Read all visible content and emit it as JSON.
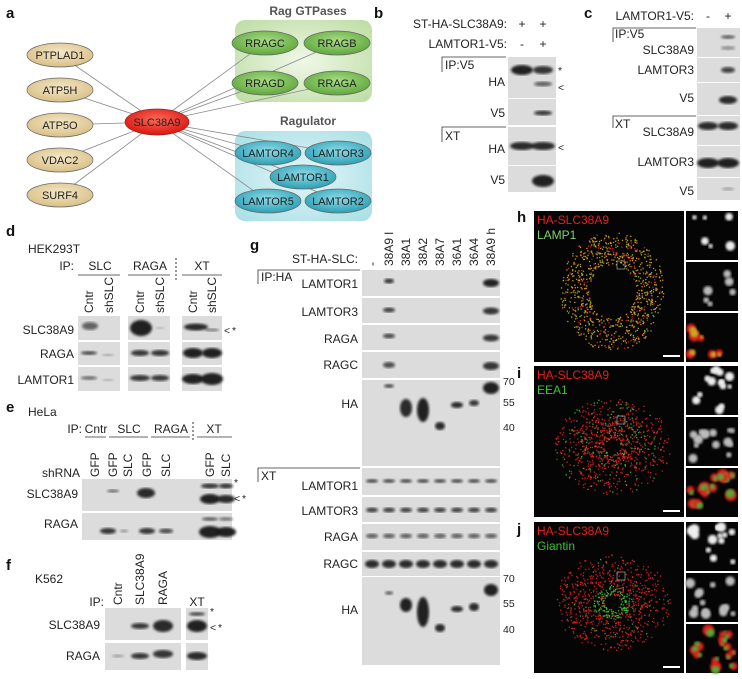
{
  "panel_letters": {
    "a": "a",
    "b": "b",
    "c": "c",
    "d": "d",
    "e": "e",
    "f": "f",
    "g": "g",
    "h": "h",
    "i": "i",
    "j": "j"
  },
  "panel_a": {
    "center": "SLC38A9",
    "left_nodes": [
      "PTPLAD1",
      "ATP5H",
      "ATP5O",
      "VDAC2",
      "SURF4"
    ],
    "rag_title": "Rag GTPases",
    "rag_nodes": [
      "RRAGC",
      "RRAGB",
      "RRAGD",
      "RRAGA"
    ],
    "ragulator_title": "Ragulator",
    "ragulator_nodes": [
      "LAMTOR4",
      "LAMTOR3",
      "LAMTOR1",
      "LAMTOR5",
      "LAMTOR2"
    ],
    "colors": {
      "center": "#e8231d",
      "left": "#e3cfa0",
      "rag_box": "#cfe6b8",
      "rag_node": "#7fbf5a",
      "ragulator_box": "#bfe6ea",
      "ragulator_node": "#3fb3c6"
    }
  },
  "panel_b": {
    "row1_label": "ST-HA-SLC38A9:",
    "row1_values": [
      "+",
      "+"
    ],
    "row2_label": "LAMTOR1-V5:",
    "row2_values": [
      "-",
      "+"
    ],
    "ip_label": "IP:V5",
    "xt_label": "XT",
    "blots": [
      "HA",
      "V5",
      "HA",
      "V5"
    ],
    "markers": [
      "*",
      "<",
      "<"
    ]
  },
  "panel_c": {
    "row_label": "LAMTOR1-V5:",
    "row_values": [
      "-",
      "+"
    ],
    "ip_label": "IP:V5",
    "xt_label": "XT",
    "blots": [
      "SLC38A9",
      "LAMTOR3",
      "V5",
      "SLC38A9",
      "LAMTOR3",
      "V5"
    ]
  },
  "panel_d": {
    "cell_line": "HEK293T",
    "ip_prefix": "IP:",
    "groups": [
      "SLC",
      "RAGA",
      "XT"
    ],
    "lanes": [
      "Cntr",
      "shSLC",
      "Cntr",
      "shSLC",
      "Cntr",
      "shSLC"
    ],
    "blots": [
      "SLC38A9",
      "RAGA",
      "LAMTOR1"
    ],
    "markers": [
      "<",
      "*"
    ]
  },
  "panel_e": {
    "cell_line": "HeLa",
    "ip_prefix": "IP:",
    "groups": [
      "Cntr",
      "SLC",
      "RAGA",
      "XT"
    ],
    "shrna_label": "shRNA",
    "lanes": [
      "GFP",
      "GFP",
      "SLC",
      "GFP",
      "SLC",
      "GFP",
      "SLC"
    ],
    "blots": [
      "SLC38A9",
      "RAGA"
    ],
    "markers": [
      "*",
      "<",
      "*"
    ]
  },
  "panel_f": {
    "cell_line": "K562",
    "ip_prefix": "IP:",
    "lanes": [
      "Cntr",
      "SLC38A9",
      "RAGA"
    ],
    "xt_label": "XT",
    "blots": [
      "SLC38A9",
      "RAGA"
    ],
    "markers": [
      "*",
      "<",
      "*"
    ]
  },
  "panel_g": {
    "row_label": "ST-HA-SLC:",
    "lanes": [
      "-",
      "38A9 l",
      "38A1",
      "38A2",
      "38A7",
      "36A1",
      "36A4",
      "38A9 h"
    ],
    "ip_label": "IP:HA",
    "xt_label": "XT",
    "blots_ip": [
      "LAMTOR1",
      "LAMTOR3",
      "RAGA",
      "RAGC",
      "HA"
    ],
    "blots_xt": [
      "LAMTOR1",
      "LAMTOR3",
      "RAGA",
      "RAGC",
      "HA"
    ],
    "mw_markers": [
      "70",
      "55",
      "40"
    ]
  },
  "panel_h": {
    "label_red": "HA-SLC38A9",
    "label_green": "LAMP1"
  },
  "panel_i": {
    "label_red": "HA-SLC38A9",
    "label_green": "EEA1"
  },
  "panel_j": {
    "label_red": "HA-SLC38A9",
    "label_green": "Giantin"
  },
  "colors": {
    "red_channel": "#e0211c",
    "green_channel": "#3fbf3a"
  }
}
